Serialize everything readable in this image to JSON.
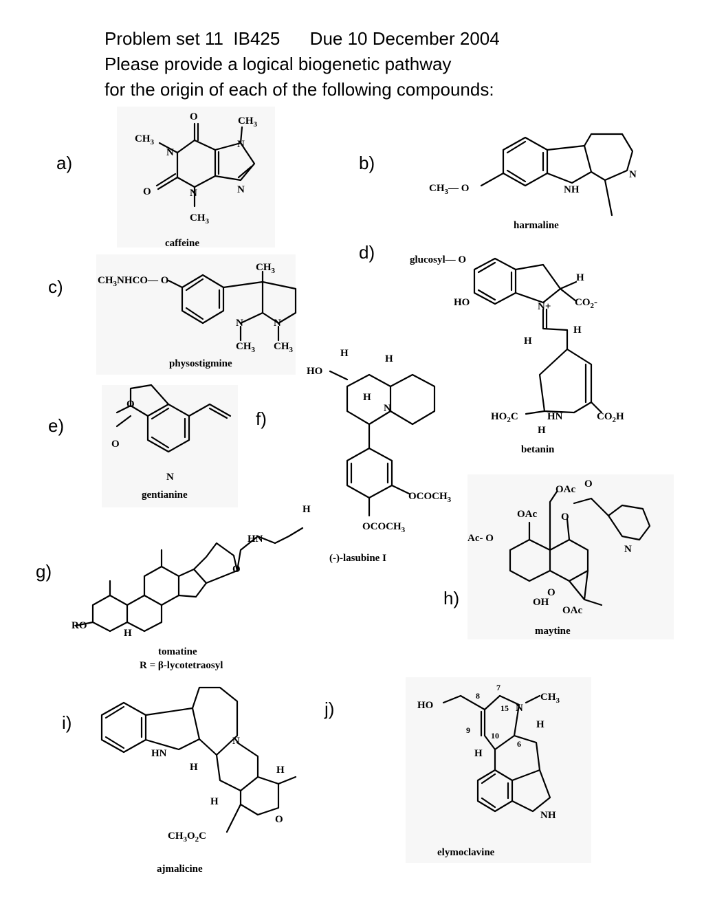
{
  "header": {
    "line1": "Problem set 11  IB425      Due 10 December 2004",
    "line2": "Please provide a logical biogenetic pathway",
    "line3": "for the origin of each of the following compounds:"
  },
  "labels": {
    "a": "a)",
    "b": "b)",
    "c": "c)",
    "d": "d)",
    "e": "e)",
    "f": "f)",
    "g": "g)",
    "h": "h)",
    "i": "i)",
    "j": "j)"
  },
  "compounds": {
    "a": "caffeine",
    "b": "harmaline",
    "c": "physostigmine",
    "d": "betanin",
    "e": "gentianine",
    "f": "(-)-lasubine I",
    "g": "tomatine",
    "g_sub": "R = β-lycotetraosyl",
    "h": "maytine",
    "i": "ajmalicine",
    "j": "elymoclavine"
  }
}
